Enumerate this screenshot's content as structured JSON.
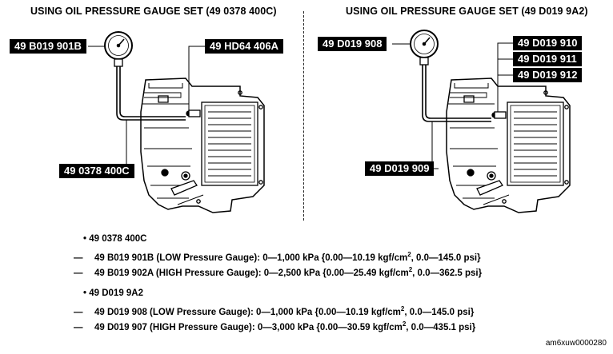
{
  "panels": {
    "left": {
      "title": "USING  OIL PRESSURE GAUGE SET  (49 0378 400C)",
      "labels": [
        "49 B019 901B",
        "49 HD64 406A",
        "49 0378 400C"
      ]
    },
    "right": {
      "title": "USING  OIL PRESSURE GAUGE SET  (49 D019 9A2)",
      "labels": [
        "49 D019 908",
        "49 D019 910",
        "49 D019 911",
        "49 D019 912",
        "49 D019 909"
      ]
    }
  },
  "specs": {
    "set1": {
      "heading": "49 0378 400C",
      "lines": [
        {
          "pre": "49 B019 901B (LOW Pressure Gauge): 0—1,000 kPa {0.00—10.19 kgf/cm",
          "sup": "2",
          "post": ", 0.0—145.0 psi}"
        },
        {
          "pre": "49 B019 902A (HIGH Pressure Gauge): 0—2,500 kPa {0.00—25.49 kgf/cm",
          "sup": "2",
          "post": ", 0.0—362.5 psi}"
        }
      ]
    },
    "set2": {
      "heading": "49 D019 9A2",
      "lines": [
        {
          "pre": "49 D019 908 (LOW Pressure Gauge): 0—1,000 kPa {0.00—10.19 kgf/cm",
          "sup": "2",
          "post": ", 0.0—145.0 psi}"
        },
        {
          "pre": "49 D019 907 (HIGH Pressure Gauge): 0—3,000 kPa {0.00—30.59 kgf/cm",
          "sup": "2",
          "post": ", 0.0—435.1 psi}"
        }
      ]
    },
    "bullet": "•",
    "dash": "—"
  },
  "caption": "am6xuw0000280"
}
